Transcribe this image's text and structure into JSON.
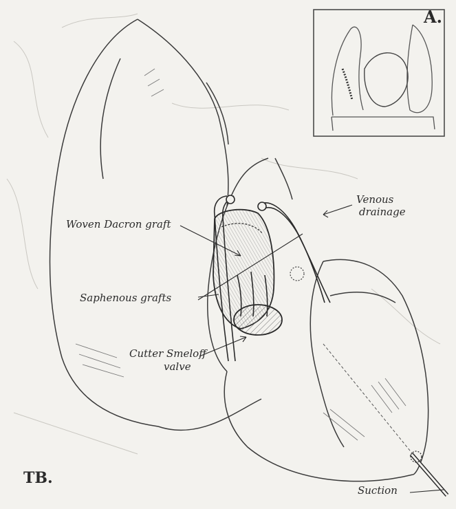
{
  "figure": {
    "panel_label": "A.",
    "artist_initials": "TB.",
    "labels": {
      "venous_drainage_line1": "Venous",
      "venous_drainage_line2": "drainage",
      "woven_dacron_graft": "Woven Dacron graft",
      "saphenous_grafts": "Saphenous grafts",
      "valve_line1": "Cutter Smeloff",
      "valve_line2": "valve",
      "suction": "Suction"
    }
  }
}
